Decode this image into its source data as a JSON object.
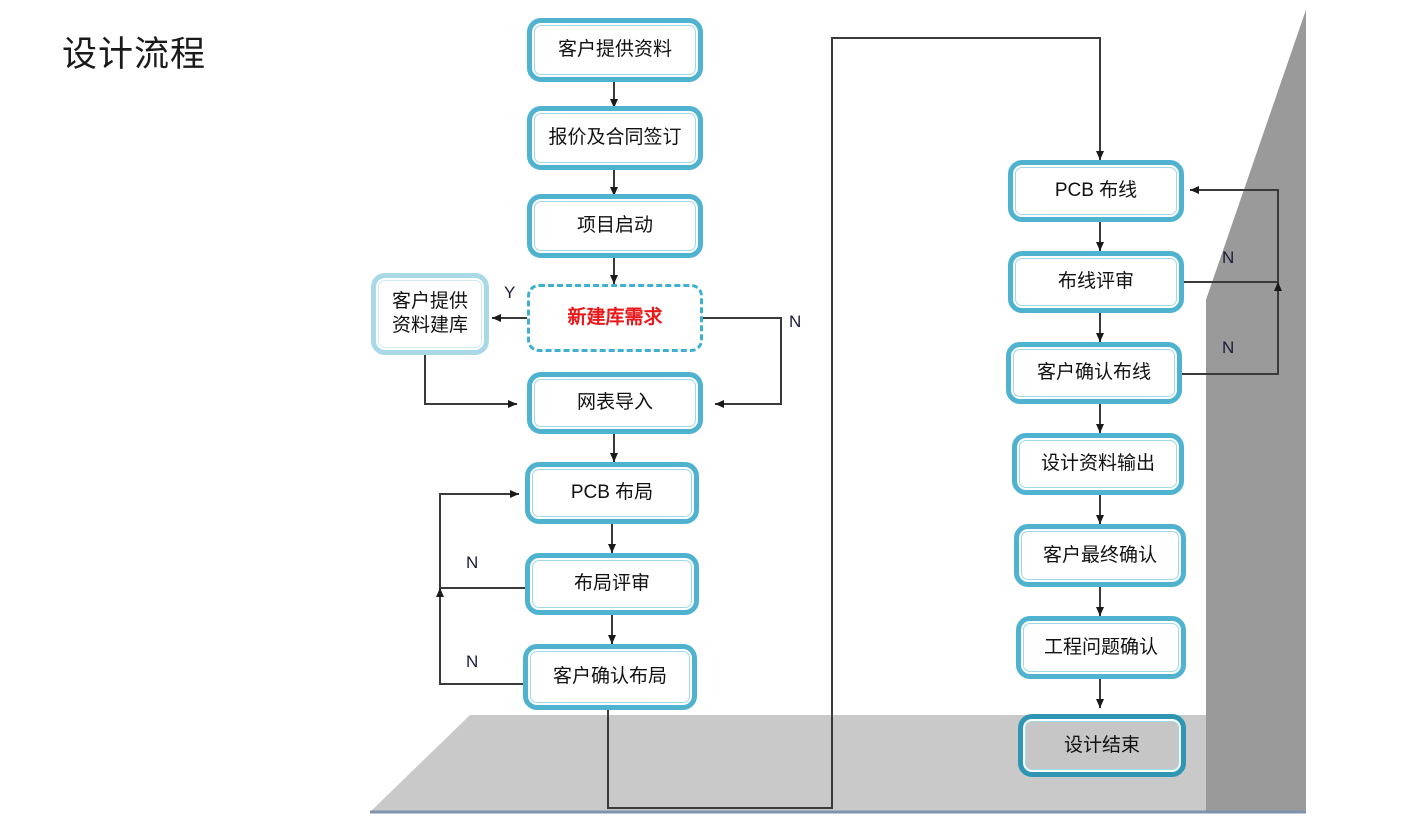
{
  "title": "设计流程",
  "colors": {
    "node_border": "#4fb3cf",
    "node_fill": "#ffffff",
    "decision_text": "#e8191b",
    "floor": "#c9c9c9",
    "wall": "#9a9a9a",
    "arrow": "#1a1a1a"
  },
  "nodes": {
    "customer_provide_data": "客户提供资料",
    "quote_and_contract": "报价及合同签订",
    "project_kickoff": "项目启动",
    "new_library_demand": "新建库需求",
    "customer_provide_library_line1": "客户提供",
    "customer_provide_library_line2": "资料建库",
    "netlist_import": "网表导入",
    "pcb_layout": "PCB 布局",
    "layout_review": "布局评审",
    "customer_confirm_layout": "客户确认布局",
    "pcb_routing": "PCB 布线",
    "routing_review": "布线评审",
    "customer_confirm_routing": "客户确认布线",
    "design_data_output": "设计资料输出",
    "customer_final_confirm": "客户最终确认",
    "engineering_issue_confirm": "工程问题确认",
    "design_end": "设计结束"
  },
  "edge_labels": {
    "yes_new_library": "Y",
    "no_new_library": "N",
    "no_layout_review": "N",
    "no_customer_confirm_layout": "N",
    "no_routing_review": "N",
    "no_customer_confirm_routing": "N"
  }
}
